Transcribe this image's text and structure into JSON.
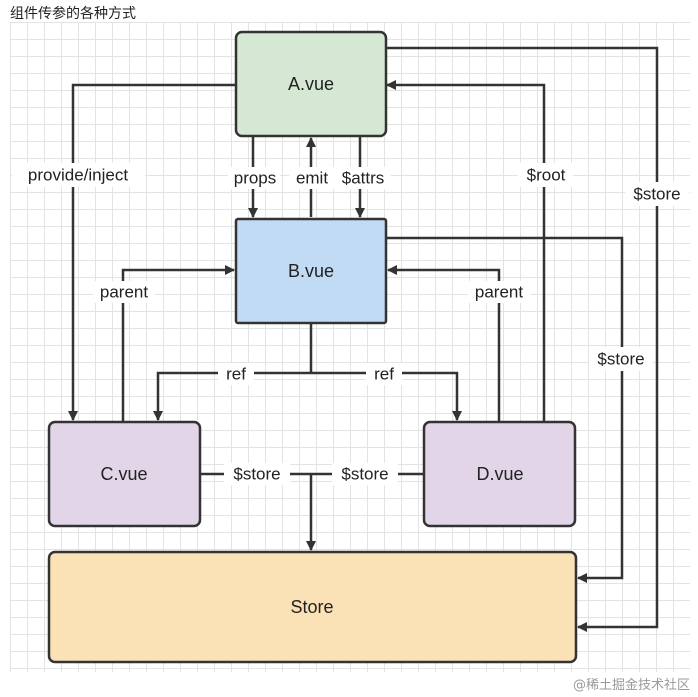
{
  "title": "组件传参的各种方式",
  "nodes": {
    "a": "A.vue",
    "b": "B.vue",
    "c": "C.vue",
    "d": "D.vue",
    "store": "Store"
  },
  "edge_labels": {
    "provide_inject": "provide/inject",
    "props": "props",
    "emit": "emit",
    "attrs": "$attrs",
    "root": "$root",
    "store_a": "$store",
    "store_b": "$store",
    "parent_c": "parent",
    "parent_d": "parent",
    "ref_c": "ref",
    "ref_d": "ref",
    "store_c": "$store",
    "store_d": "$store"
  },
  "colors": {
    "a_fill": "#d5e8d4",
    "b_fill": "#c2dbf5",
    "cd_fill": "#e1d5e7",
    "store_fill": "#fbe1b6",
    "stroke": "#333333"
  },
  "watermark": "@稀土掘金技术社区"
}
